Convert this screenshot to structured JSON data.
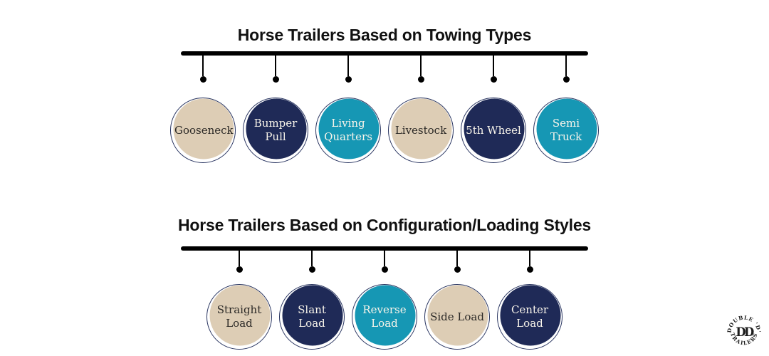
{
  "colors": {
    "background": "#ffffff",
    "title_text": "#111111",
    "line": "#000000",
    "outline": "#27335f",
    "beige": "#ddcdb5",
    "navy": "#1f2a57",
    "teal": "#1697b4",
    "text_on_light": "#2b2926",
    "text_on_dark": "#f8f4ea",
    "logo_ink": "#1c1c1c"
  },
  "sections": [
    {
      "title": "Horse Trailers Based on Towing Types",
      "items": [
        {
          "label": "Gooseneck",
          "fill": "beige"
        },
        {
          "label": "Bumper Pull",
          "fill": "navy"
        },
        {
          "label": "Living Quarters",
          "fill": "teal"
        },
        {
          "label": "Livestock",
          "fill": "beige"
        },
        {
          "label": "5th Wheel",
          "fill": "navy"
        },
        {
          "label": "Semi Truck",
          "fill": "teal"
        }
      ]
    },
    {
      "title": "Horse Trailers Based on Configuration/Loading Styles",
      "items": [
        {
          "label": "Straight Load",
          "fill": "beige"
        },
        {
          "label": "Slant Load",
          "fill": "navy"
        },
        {
          "label": "Reverse Load",
          "fill": "teal"
        },
        {
          "label": "Side Load",
          "fill": "beige"
        },
        {
          "label": "Center Load",
          "fill": "navy"
        }
      ]
    }
  ],
  "logo": {
    "top_text": "DOUBLE 'D'",
    "bottom_text": "TRAILERS",
    "monogram": "DD"
  }
}
